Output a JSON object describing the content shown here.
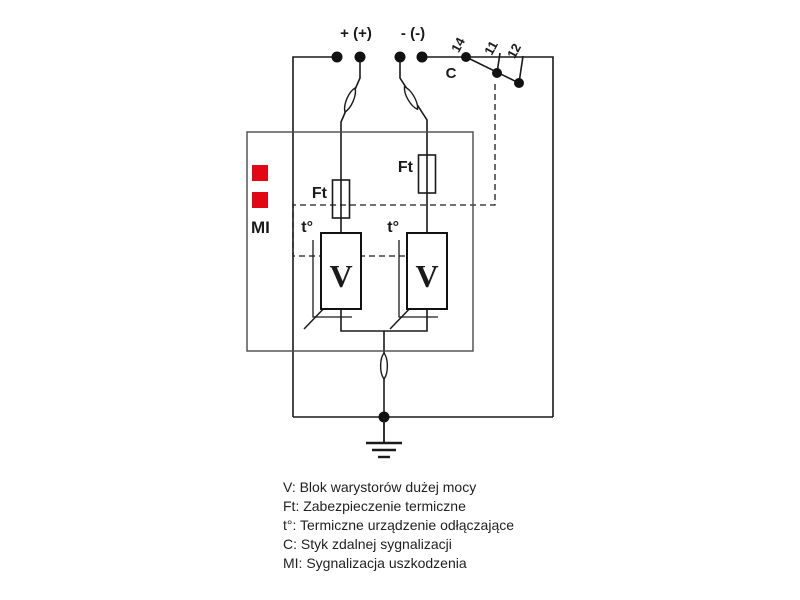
{
  "schematic": {
    "terminals": {
      "plus": "+ (+)",
      "minus": "- (-)",
      "contact_14": "14",
      "contact_11": "11",
      "contact_12": "12"
    },
    "components": {
      "remote_contact": "C",
      "thermal_fuse_left": "Ft",
      "thermal_fuse_right": "Ft",
      "thermal_disconnect_left": "t°",
      "thermal_disconnect_right": "t°",
      "varistor_left": "V",
      "varistor_right": "V",
      "fault_indicator": "MI"
    },
    "colors": {
      "indicator_red": "#e30613",
      "wire": "#1a1a1a",
      "box_stroke": "#4a4a4a"
    }
  },
  "legend": {
    "items": [
      "V: Blok warystorów dużej mocy",
      "Ft: Zabezpieczenie termiczne",
      "t°: Termiczne urządzenie odłączające",
      "C: Styk zdalnej sygnalizacji",
      "MI: Sygnalizacja uszkodzenia"
    ]
  }
}
